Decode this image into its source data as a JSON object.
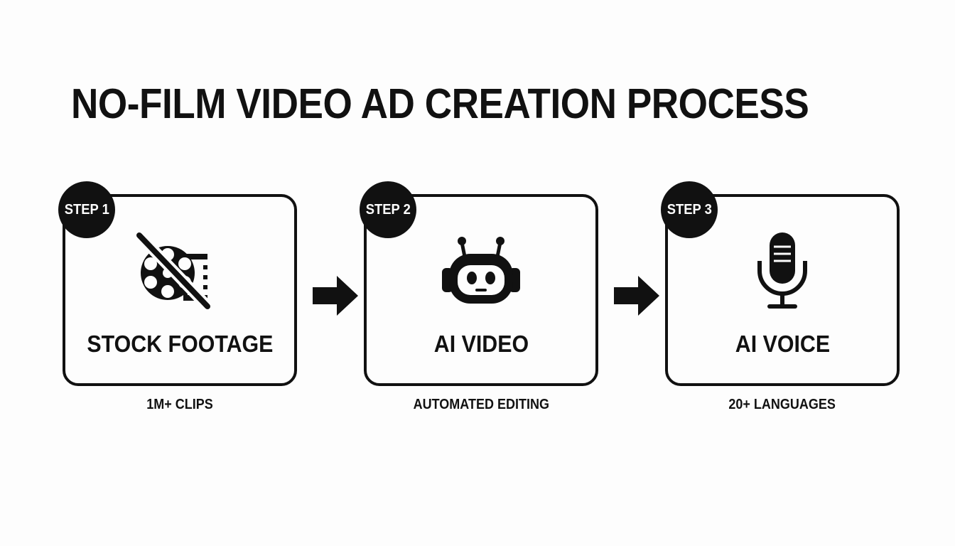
{
  "title": "NO-FILM VIDEO AD CREATION PROCESS",
  "steps": [
    {
      "badge": "STEP 1",
      "label": "STOCK FOOTAGE",
      "caption": "1M+ CLIPS",
      "icon": "film-reel-crossed-icon"
    },
    {
      "badge": "STEP 2",
      "label": "AI VIDEO",
      "caption": "AUTOMATED EDITING",
      "icon": "robot-icon"
    },
    {
      "badge": "STEP 3",
      "label": "AI VOICE",
      "caption": "20+ LANGUAGES",
      "icon": "microphone-icon"
    }
  ],
  "connectors": [
    "arrow-right-icon",
    "arrow-right-icon"
  ],
  "colors": {
    "ink": "#111111",
    "background": "#fdfdfd"
  }
}
